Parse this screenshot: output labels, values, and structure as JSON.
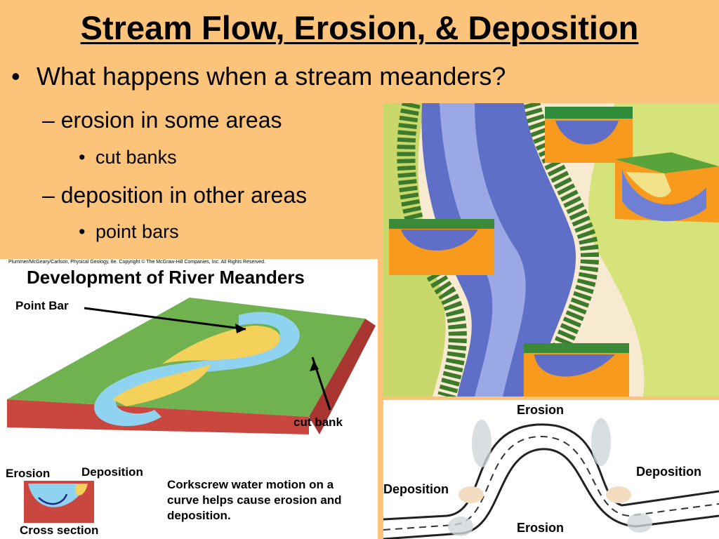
{
  "title": "Stream Flow, Erosion, & Deposition",
  "bullets": {
    "question": "What happens when a stream meanders?",
    "erosion": "erosion in some areas",
    "cut_banks": "cut banks",
    "deposition": "deposition in other areas",
    "point_bars": "point bars"
  },
  "bullet_marks": {
    "level1": "•",
    "level2": "–",
    "level3": "•"
  },
  "development_diagram": {
    "credit": "Plummer/McGeary/Carlson, Physical Geology, 8e. Copyright © The McGraw-Hill Companies, Inc. All Rights Reserved.",
    "title": "Development of River Meanders",
    "point_bar_label": "Point Bar",
    "cut_bank_label": "cut bank",
    "cross_section_erosion": "Erosion",
    "cross_section_deposition": "Deposition",
    "cross_section_label": "Cross section",
    "caption_lines": [
      "Corkscrew water motion on a",
      "curve helps cause erosion and",
      "deposition."
    ]
  },
  "erosion_deposition_diagram": {
    "erosion_top": "Erosion",
    "erosion_bottom": "Erosion",
    "deposition_left": "Deposition",
    "deposition_right": "Deposition"
  },
  "colors": {
    "slide_background": "#fcc37a",
    "river_blue": "#5f6fc8",
    "water_light": "#8fd3f0",
    "grass_green": "#6fb24f",
    "bank_red": "#c9473f",
    "label_blue": "#1a2a8a",
    "label_red": "#b22222"
  }
}
